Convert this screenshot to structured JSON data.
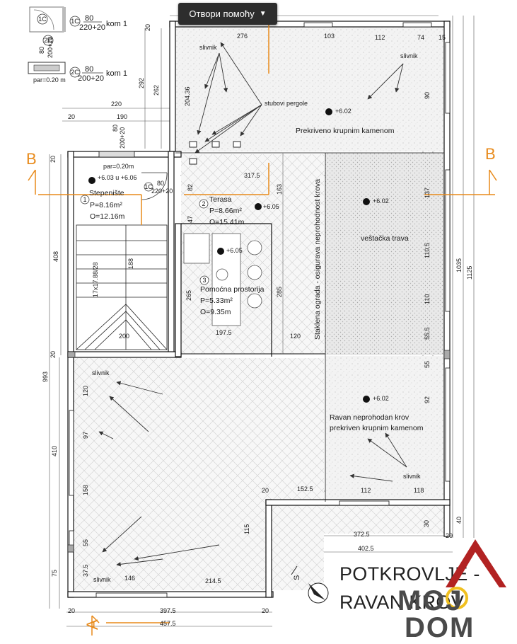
{
  "toolbar": {
    "help_label": "Отвори помоћу"
  },
  "legend": {
    "door_a_code": "1C",
    "door_a_size1": "80",
    "door_a_size2": "220+20",
    "door_a_qty": "kom 1",
    "win_code": "2C",
    "win_size1": "80",
    "win_size2": "200+20",
    "win_qty": "kom 1",
    "win_sill": "par=0.20 m",
    "win_dim1": "80",
    "win_dim2": "200+20"
  },
  "rooms": {
    "r1": {
      "num": "1",
      "name": "Stepenište",
      "area": "P=8.16m²",
      "perim": "O=12.16m",
      "level": "+6.03 u +6.06"
    },
    "r2": {
      "num": "2",
      "name": "Terasa",
      "area": "P=8.66m²",
      "perim": "O=15.41m",
      "level": "+6.05"
    },
    "r3": {
      "num": "3",
      "name": "Pomoćna prostorija",
      "area": "P=5.33m²",
      "perim": "O=9.35m",
      "level": "+6.05"
    }
  },
  "labels": {
    "slivnik": "slivnik",
    "stubovi": "stubovi pergole",
    "prekriveno": "Prekriveno krupnim kamenom",
    "vestacka": "veštačka trava",
    "ravan1": "Ravan neprohodan krov",
    "ravan2": "prekriven krupnim kamenom",
    "ograda": "Staklena ograda - osigurava neprohodnost krova",
    "level_602": "+6.02",
    "door_label_code": "1C",
    "door_label_s1": "80",
    "door_label_s2": "220+20",
    "win_top_s1": "80",
    "win_top_s2": "200+20",
    "win_top_par": "par=0.20m"
  },
  "sections": {
    "b_left": "B",
    "b_right": "B",
    "a_bottom": "A"
  },
  "dims": {
    "d276": "276",
    "d103": "103",
    "d112": "112",
    "d74": "74",
    "d15": "15",
    "d220": "220",
    "d190": "190",
    "d20": "20",
    "d292": "292",
    "d262": "262",
    "d20436": "204.36",
    "d3175": "317.5",
    "d163": "163",
    "d82": "82",
    "d47": "47",
    "d90": "90",
    "d137": "137",
    "d1055": "110.5",
    "d110": "110",
    "d555": "55.5",
    "d55": "55",
    "d92": "92",
    "d265": "265",
    "d285": "285",
    "d1975": "197.5",
    "d120": "120",
    "d200": "200",
    "d188": "188",
    "d408": "408",
    "d993": "993",
    "d410": "410",
    "d97": "97",
    "d158": "158",
    "d75": "75",
    "d375": "37.5",
    "d146": "146",
    "d2145": "214.5",
    "d1525": "152.5",
    "d118": "118",
    "d3725": "372.5",
    "d4025": "402.5",
    "d3975": "397.5",
    "d4575": "457.5",
    "d1035": "1035",
    "d1125": "1125",
    "d115": "115",
    "d30": "30",
    "d40": "40",
    "stair": "17x17.88/28"
  },
  "title": {
    "line1": "POTKROVLJE -",
    "line2": "RAVAN KROV"
  },
  "logo": {
    "line1": "MOJ",
    "line2": "DOM"
  }
}
